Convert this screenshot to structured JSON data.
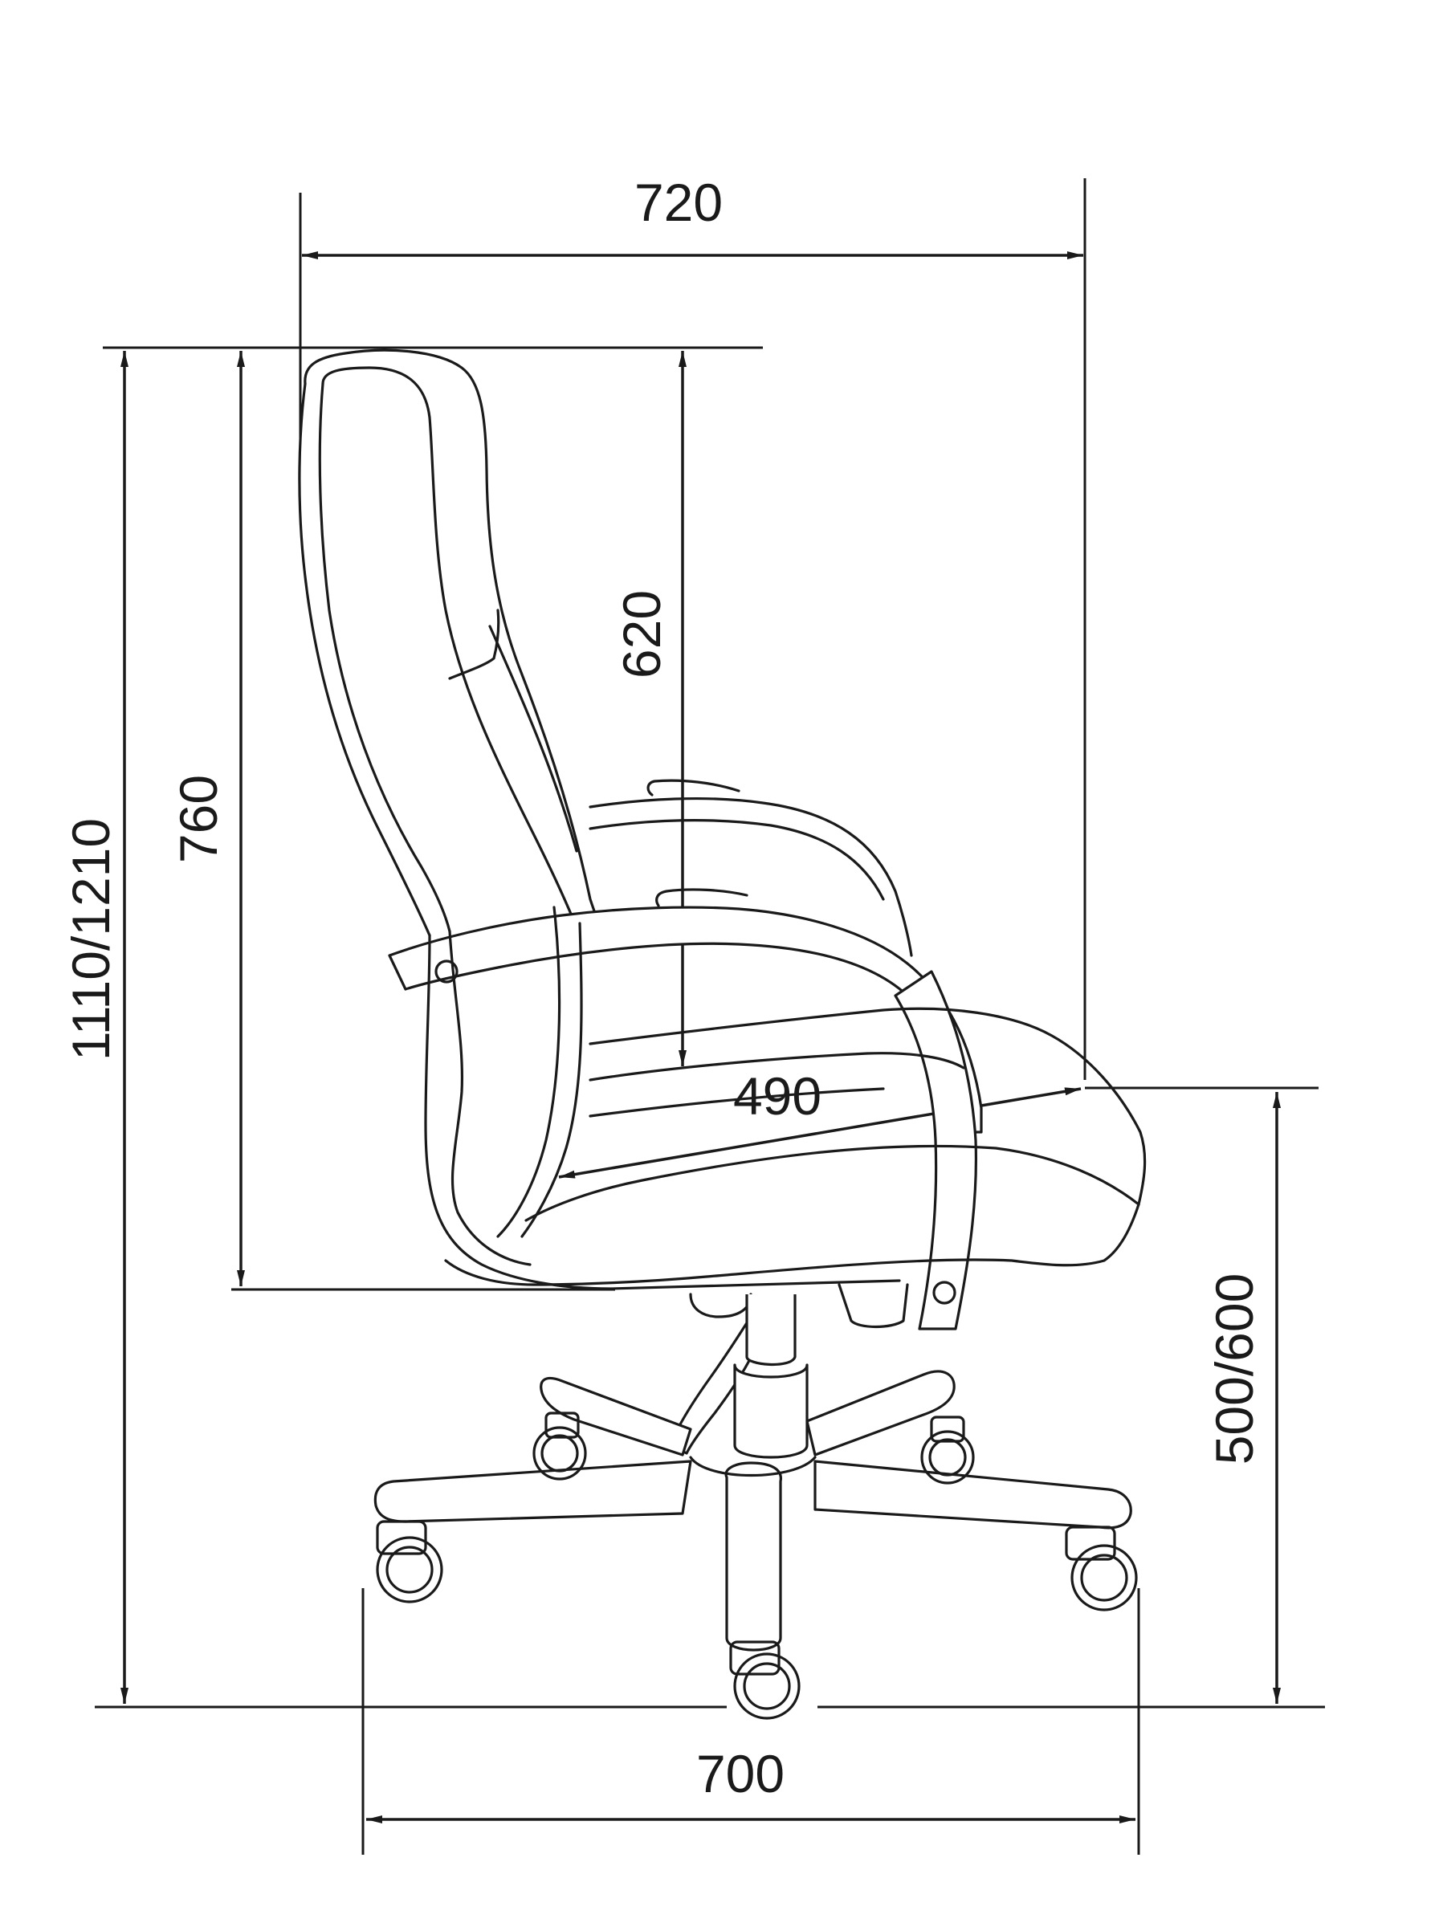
{
  "dimensions": {
    "overall_depth": "720",
    "overall_height": "1110/1210",
    "backrest_height": "760",
    "back_above_armrest": "620",
    "seat_depth": "490",
    "seat_height": "500/600",
    "base_width": "700"
  },
  "colors": {
    "line": "#1a1a1a",
    "background": "#ffffff"
  }
}
